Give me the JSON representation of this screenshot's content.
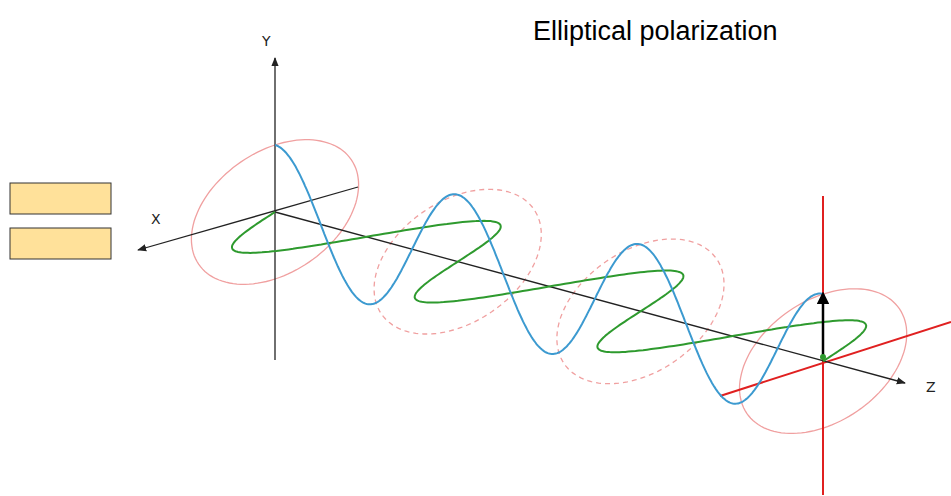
{
  "diagram": {
    "title": "Elliptical polarization",
    "labels": [
      "Y",
      "X",
      "Z"
    ]
  }
}
